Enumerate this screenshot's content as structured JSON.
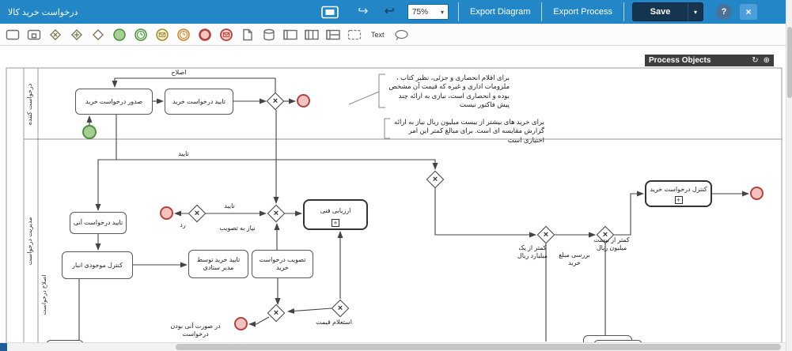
{
  "header": {
    "title": "درخواست خرید کالا",
    "zoom": "75%",
    "export_diagram": "Export Diagram",
    "export_process": "Export Process",
    "save": "Save"
  },
  "icons": {
    "redo": "↪",
    "undo": "↩",
    "caret": "▾",
    "help": "?",
    "close": "×",
    "refresh": "↻",
    "add": "⊕",
    "plus": "+",
    "gateway_x": "×"
  },
  "palette": {
    "text_label": "Text"
  },
  "panel": {
    "title": "Process Objects"
  },
  "diagram": {
    "lanes": {
      "lane1": "درخواست کننده",
      "lane2": "مدیریت درخواست",
      "side": "اصلاح درخواست"
    },
    "tasks": {
      "t1": "صدور درخواست خرید",
      "t2": "تایید درخواست خرید",
      "t3": "تایید درخواست آنی",
      "t4": "کنترل موجودی انبار",
      "t5": "تایید خرید توسط مدیر ستادی",
      "t6": "تصویب درخواست خرید",
      "t7": "ارزیابی فنی",
      "t8": "کنترل درخواست خرید"
    },
    "labels": {
      "eslah": "اصلاح",
      "taiid_top": "تایید",
      "taiid_mid": "تایید",
      "rad": "رد",
      "niaz": "نیاز به تصویب",
      "estelam": "استعلام قیمت",
      "dar_surat": "در صورت آنی بودن درخواست",
      "kamtar_milyard": "کمتر از یک میلیارد ریال",
      "kamtar_milion": "کمتر از بیست میلیون ریال",
      "barresi": "بررسی مبلغ خرید"
    },
    "annotations": {
      "a1": "برای اقلام انحصاری و جزئی، نظیر کتاب ، ملزومات اداری و غیره که قیمت آن مشخص بوده و انحصاری است، نیازی به ارائه چند پیش فاکتور نیست",
      "a2": "برای خرید های بیشتر از بیست میلیون ریال نیاز به ارائه گزارش مقایسه ای است. برای مبالغ کمتر این امر اختیاری است"
    }
  }
}
